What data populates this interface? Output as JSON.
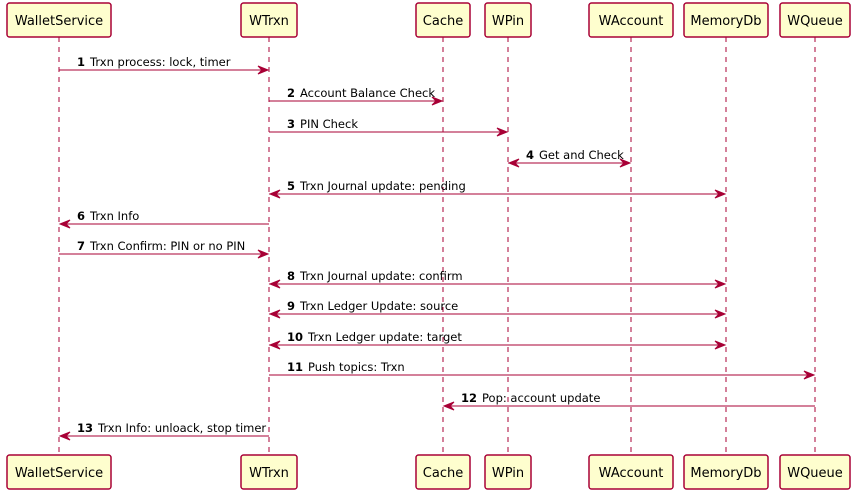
{
  "participants": [
    {
      "id": "walletservice",
      "label": "WalletService"
    },
    {
      "id": "wtrxn",
      "label": "WTrxn"
    },
    {
      "id": "cache",
      "label": "Cache"
    },
    {
      "id": "wpin",
      "label": "WPin"
    },
    {
      "id": "waccount",
      "label": "WAccount"
    },
    {
      "id": "memorydb",
      "label": "MemoryDb"
    },
    {
      "id": "wqueue",
      "label": "WQueue"
    }
  ],
  "messages": [
    {
      "num": "1",
      "text": "Trxn process: lock, timer",
      "from": "walletservice",
      "to": "wtrxn",
      "bidirectional": false
    },
    {
      "num": "2",
      "text": "Account Balance Check",
      "from": "wtrxn",
      "to": "cache",
      "bidirectional": false
    },
    {
      "num": "3",
      "text": "PIN Check",
      "from": "wtrxn",
      "to": "wpin",
      "bidirectional": false
    },
    {
      "num": "4",
      "text": "Get and Check",
      "from": "wpin",
      "to": "waccount",
      "bidirectional": true
    },
    {
      "num": "5",
      "text": "Trxn Journal update: pending",
      "from": "wtrxn",
      "to": "memorydb",
      "bidirectional": true
    },
    {
      "num": "6",
      "text": "Trxn Info",
      "from": "wtrxn",
      "to": "walletservice",
      "bidirectional": false
    },
    {
      "num": "7",
      "text": "Trxn Confirm: PIN or no PIN",
      "from": "walletservice",
      "to": "wtrxn",
      "bidirectional": false
    },
    {
      "num": "8",
      "text": "Trxn Journal update: confirm",
      "from": "wtrxn",
      "to": "memorydb",
      "bidirectional": true
    },
    {
      "num": "9",
      "text": "Trxn Ledger Update: source",
      "from": "wtrxn",
      "to": "memorydb",
      "bidirectional": true
    },
    {
      "num": "10",
      "text": "Trxn Ledger update: target",
      "from": "wtrxn",
      "to": "memorydb",
      "bidirectional": true
    },
    {
      "num": "11",
      "text": "Push topics: Trxn",
      "from": "wtrxn",
      "to": "wqueue",
      "bidirectional": false
    },
    {
      "num": "12",
      "text": "Pop: account update",
      "from": "wqueue",
      "to": "cache",
      "bidirectional": false
    },
    {
      "num": "13",
      "text": "Trxn Info: unloack, stop timer",
      "from": "wtrxn",
      "to": "walletservice",
      "bidirectional": false
    }
  ],
  "colors": {
    "box_fill": "#FEFECE",
    "border": "#A80036",
    "arrow": "#A80036",
    "text": "#000000"
  }
}
